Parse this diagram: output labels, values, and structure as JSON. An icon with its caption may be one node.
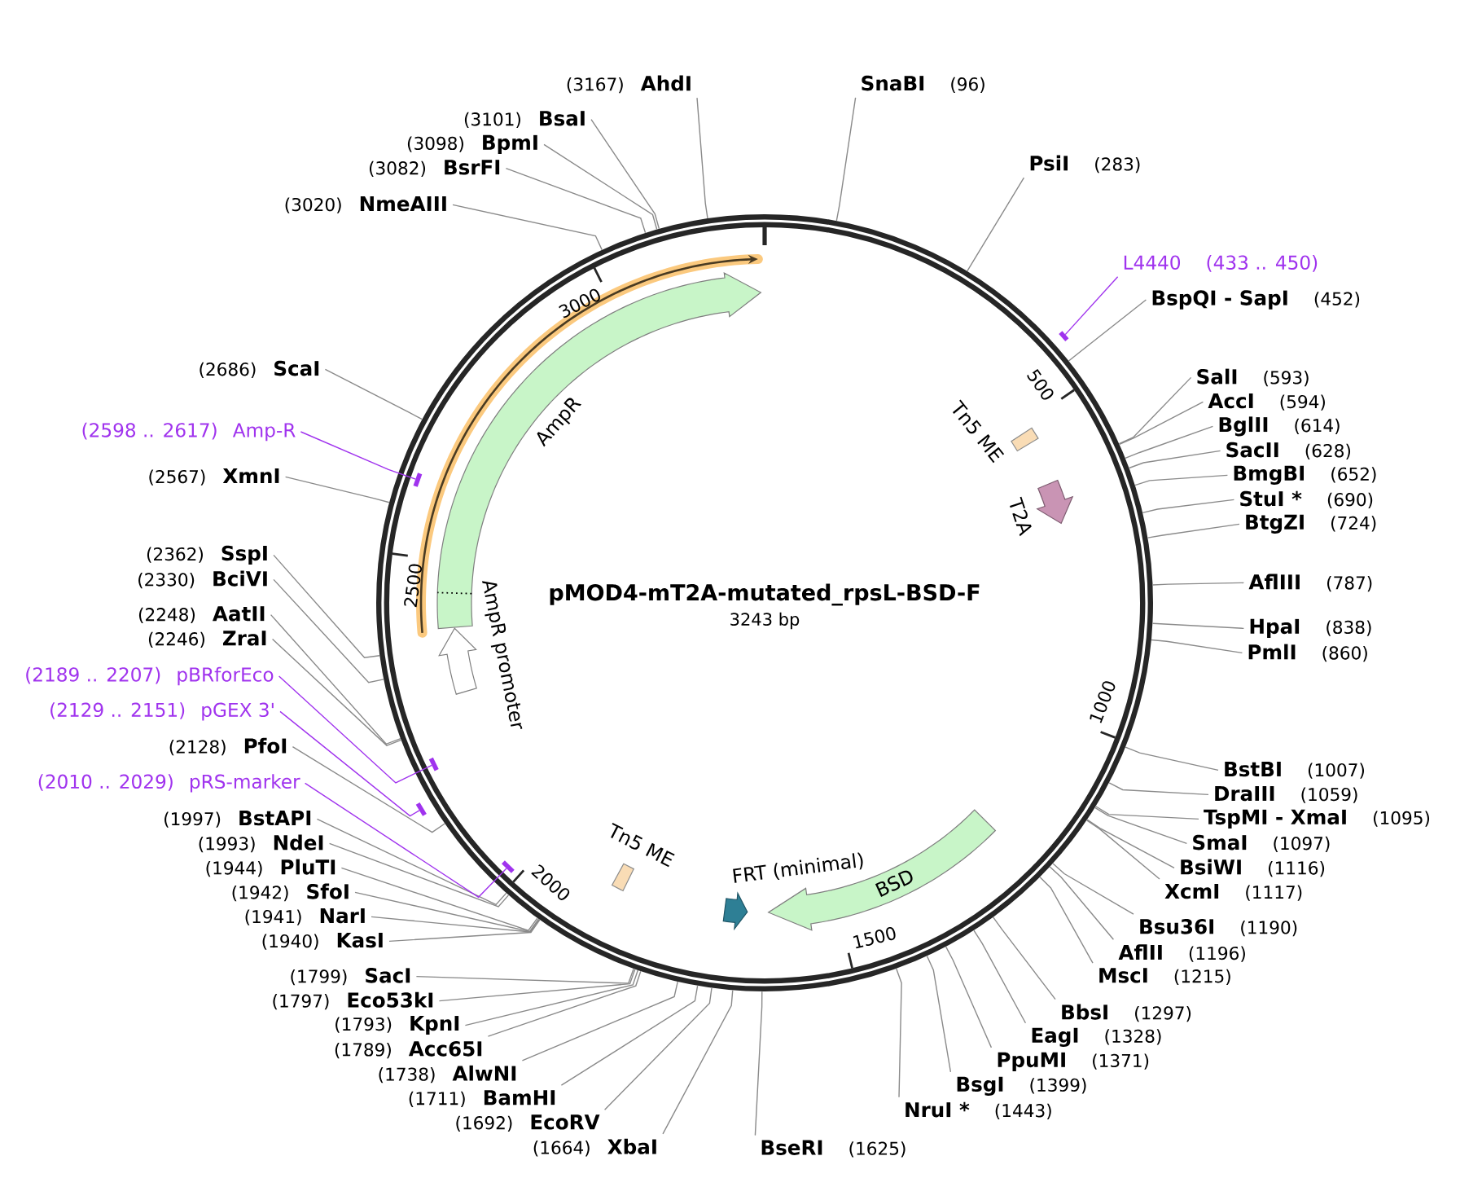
{
  "diagram": {
    "title": "pMOD4-mT2A-mutated_rpsL-BSD-F",
    "nodes": [
      {
        "text": [
          "SnaBI",
          "(96)"
        ]
      },
      {
        "text": [
          "PsiI",
          "(283)"
        ]
      },
      {
        "text": [
          "L4440",
          "(433 .. 450)"
        ]
      },
      {
        "text": [
          "BspQI - SapI",
          "(452)"
        ]
      },
      {
        "text": [
          "SalI",
          "(593)"
        ]
      },
      {
        "text": [
          "AccI",
          "(594)"
        ]
      },
      {
        "text": [
          "BglII",
          "(614)"
        ]
      },
      {
        "text": [
          "SacII",
          "(628)"
        ]
      },
      {
        "text": [
          "BmgBI",
          "(652)"
        ]
      },
      {
        "text": [
          "StuI *",
          "(690)"
        ]
      },
      {
        "text": [
          "BtgZI",
          "(724)"
        ]
      },
      {
        "text": [
          "AflIII",
          "(787)"
        ]
      },
      {
        "text": [
          "HpaI",
          "(838)"
        ]
      },
      {
        "text": [
          "PmlI",
          "(860)"
        ]
      },
      {
        "text": [
          "BstBI",
          "(1007)"
        ]
      },
      {
        "text": [
          "DraIII",
          "(1059)"
        ]
      },
      {
        "text": [
          "TspMI - XmaI",
          "(1095)"
        ]
      },
      {
        "text": [
          "SmaI",
          "(1097)"
        ]
      },
      {
        "text": [
          "BsiWI",
          "(1116)"
        ]
      },
      {
        "text": [
          "XcmI",
          "(1117)"
        ]
      },
      {
        "text": [
          "Bsu36I",
          "(1190)"
        ]
      },
      {
        "text": [
          "AflII",
          "(1196)"
        ]
      },
      {
        "text": [
          "MscI",
          "(1215)"
        ]
      },
      {
        "text": [
          "BbsI",
          "(1297)"
        ]
      },
      {
        "text": [
          "EagI",
          "(1328)"
        ]
      },
      {
        "text": [
          "PpuMI",
          "(1371)"
        ]
      },
      {
        "text": [
          "BsgI",
          "(1399)"
        ]
      },
      {
        "text": [
          "NruI *",
          "(1443)"
        ]
      },
      {
        "text": [
          "BseRI",
          "(1625)"
        ]
      },
      {
        "text": [
          "(1664)",
          "XbaI"
        ]
      },
      {
        "text": [
          "(1692)",
          "EcoRV"
        ]
      },
      {
        "text": [
          "(1711)",
          "BamHI"
        ]
      },
      {
        "text": [
          "(1738)",
          "AlwNI"
        ]
      },
      {
        "text": [
          "(1789)",
          "Acc65I"
        ]
      },
      {
        "text": [
          "(1793)",
          "KpnI"
        ]
      },
      {
        "text": [
          "(1797)",
          "Eco53kI"
        ]
      },
      {
        "text": [
          "(1799)",
          "SacI"
        ]
      },
      {
        "text": [
          "(1940)",
          "KasI"
        ]
      },
      {
        "text": [
          "(1941)",
          "NarI"
        ]
      },
      {
        "text": [
          "(1942)",
          "SfoI"
        ]
      },
      {
        "text": [
          "(1944)",
          "PluTI"
        ]
      },
      {
        "text": [
          "(1993)",
          "NdeI"
        ]
      },
      {
        "text": [
          "(1997)",
          "BstAPI"
        ]
      },
      {
        "text": [
          "(2010 .. 2029)",
          "pRS-marker"
        ]
      },
      {
        "text": [
          "(2128)",
          "PfoI"
        ]
      },
      {
        "text": [
          "(2129 .. 2151)",
          "pGEX 3'"
        ]
      },
      {
        "text": [
          "(2189 .. 2207)",
          "pBRforEco"
        ]
      },
      {
        "text": [
          "(2246)",
          "ZraI"
        ]
      },
      {
        "text": [
          "(2248)",
          "AatII"
        ]
      },
      {
        "text": [
          "(2330)",
          "BciVI"
        ]
      },
      {
        "text": [
          "(2362)",
          "SspI"
        ]
      },
      {
        "text": [
          "(2567)",
          "XmnI"
        ]
      },
      {
        "text": [
          "(2598 .. 2617)",
          "Amp-R"
        ]
      },
      {
        "text": [
          "(2686)",
          "ScaI"
        ]
      },
      {
        "text": [
          "(3020)",
          "NmeAIII"
        ]
      },
      {
        "text": [
          "(3082)",
          "BsrFI"
        ]
      },
      {
        "text": [
          "(3098)",
          "BpmI"
        ]
      },
      {
        "text": [
          "(3101)",
          "BsaI"
        ]
      },
      {
        "text": [
          "(3167)",
          "AhdI"
        ]
      },
      {
        "text": [
          "AmpR"
        ]
      },
      {
        "text": [
          "AmpR promoter"
        ]
      },
      {
        "text": [
          "Tn5 ME"
        ]
      },
      {
        "text": [
          "T2A"
        ]
      },
      {
        "text": [
          "BSD"
        ]
      },
      {
        "text": [
          "FRT (minimal)"
        ]
      },
      {
        "text": [
          "Tn5 ME"
        ]
      },
      {
        "text": [],
        "shape": "bar"
      },
      {
        "text": [],
        "shape": "bar"
      },
      {
        "text": [],
        "shape": "bar"
      },
      {
        "text": [],
        "shape": "bar"
      },
      {
        "text": [],
        "shape": "bar"
      }
    ],
    "edges": [
      {
        "from": 0,
        "to": null,
        "arrow": "none"
      },
      {
        "from": 1,
        "to": null,
        "arrow": "none"
      },
      {
        "from": 2,
        "to": 66,
        "arrow": "none",
        "color": "#a033ee"
      },
      {
        "from": 3,
        "to": null,
        "arrow": "none"
      },
      {
        "from": 4,
        "to": null,
        "arrow": "none"
      },
      {
        "from": 5,
        "to": null,
        "arrow": "none"
      },
      {
        "from": 6,
        "to": null,
        "arrow": "none"
      },
      {
        "from": 7,
        "to": null,
        "arrow": "none"
      },
      {
        "from": 8,
        "to": null,
        "arrow": "none"
      },
      {
        "from": 9,
        "to": null,
        "arrow": "none"
      },
      {
        "from": 10,
        "to": null,
        "arrow": "none"
      },
      {
        "from": 11,
        "to": null,
        "arrow": "none"
      },
      {
        "from": 12,
        "to": null,
        "arrow": "none"
      },
      {
        "from": 13,
        "to": null,
        "arrow": "none"
      },
      {
        "from": 14,
        "to": null,
        "arrow": "none"
      },
      {
        "from": 15,
        "to": null,
        "arrow": "none"
      },
      {
        "from": 16,
        "to": null,
        "arrow": "none"
      },
      {
        "from": 17,
        "to": null,
        "arrow": "none"
      },
      {
        "from": 18,
        "to": null,
        "arrow": "none"
      },
      {
        "from": 19,
        "to": null,
        "arrow": "none"
      },
      {
        "from": 20,
        "to": null,
        "arrow": "none"
      },
      {
        "from": 21,
        "to": null,
        "arrow": "none"
      },
      {
        "from": 22,
        "to": null,
        "arrow": "none"
      },
      {
        "from": 23,
        "to": null,
        "arrow": "none"
      },
      {
        "from": 24,
        "to": null,
        "arrow": "none"
      },
      {
        "from": 25,
        "to": null,
        "arrow": "none"
      },
      {
        "from": 26,
        "to": null,
        "arrow": "none"
      },
      {
        "from": 27,
        "to": null,
        "arrow": "none"
      },
      {
        "from": 28,
        "to": null,
        "arrow": "none"
      },
      {
        "from": 29,
        "to": null,
        "arrow": "none"
      },
      {
        "from": 30,
        "to": null,
        "arrow": "none"
      },
      {
        "from": 31,
        "to": null,
        "arrow": "none"
      },
      {
        "from": 32,
        "to": null,
        "arrow": "none"
      },
      {
        "from": 33,
        "to": null,
        "arrow": "none"
      },
      {
        "from": 34,
        "to": null,
        "arrow": "none"
      },
      {
        "from": 35,
        "to": null,
        "arrow": "none"
      },
      {
        "from": 36,
        "to": null,
        "arrow": "none"
      },
      {
        "from": 37,
        "to": null,
        "arrow": "none"
      },
      {
        "from": 38,
        "to": null,
        "arrow": "none"
      },
      {
        "from": 39,
        "to": null,
        "arrow": "none"
      },
      {
        "from": 40,
        "to": null,
        "arrow": "none"
      },
      {
        "from": 41,
        "to": null,
        "arrow": "none"
      },
      {
        "from": 42,
        "to": null,
        "arrow": "none"
      },
      {
        "from": 43,
        "to": 70,
        "arrow": "none",
        "color": "#a033ee"
      },
      {
        "from": 44,
        "to": null,
        "arrow": "none"
      },
      {
        "from": 45,
        "to": 69,
        "arrow": "none",
        "color": "#a033ee"
      },
      {
        "from": 46,
        "to": 68,
        "arrow": "none",
        "color": "#a033ee"
      },
      {
        "from": 47,
        "to": null,
        "arrow": "none"
      },
      {
        "from": 48,
        "to": null,
        "arrow": "none"
      },
      {
        "from": 49,
        "to": null,
        "arrow": "none"
      },
      {
        "from": 50,
        "to": null,
        "arrow": "none"
      },
      {
        "from": 51,
        "to": null,
        "arrow": "none"
      },
      {
        "from": 52,
        "to": 67,
        "arrow": "none",
        "color": "#a033ee"
      },
      {
        "from": 53,
        "to": null,
        "arrow": "none"
      },
      {
        "from": 54,
        "to": null,
        "arrow": "none"
      },
      {
        "from": 55,
        "to": null,
        "arrow": "none"
      },
      {
        "from": 56,
        "to": null,
        "arrow": "none"
      },
      {
        "from": 57,
        "to": null,
        "arrow": "none"
      },
      {
        "from": 58,
        "to": null,
        "arrow": "none"
      }
    ],
    "labels": [
      "3243 bp",
      "500",
      "1000",
      "1500",
      "2000",
      "2500",
      "3000"
    ]
  }
}
